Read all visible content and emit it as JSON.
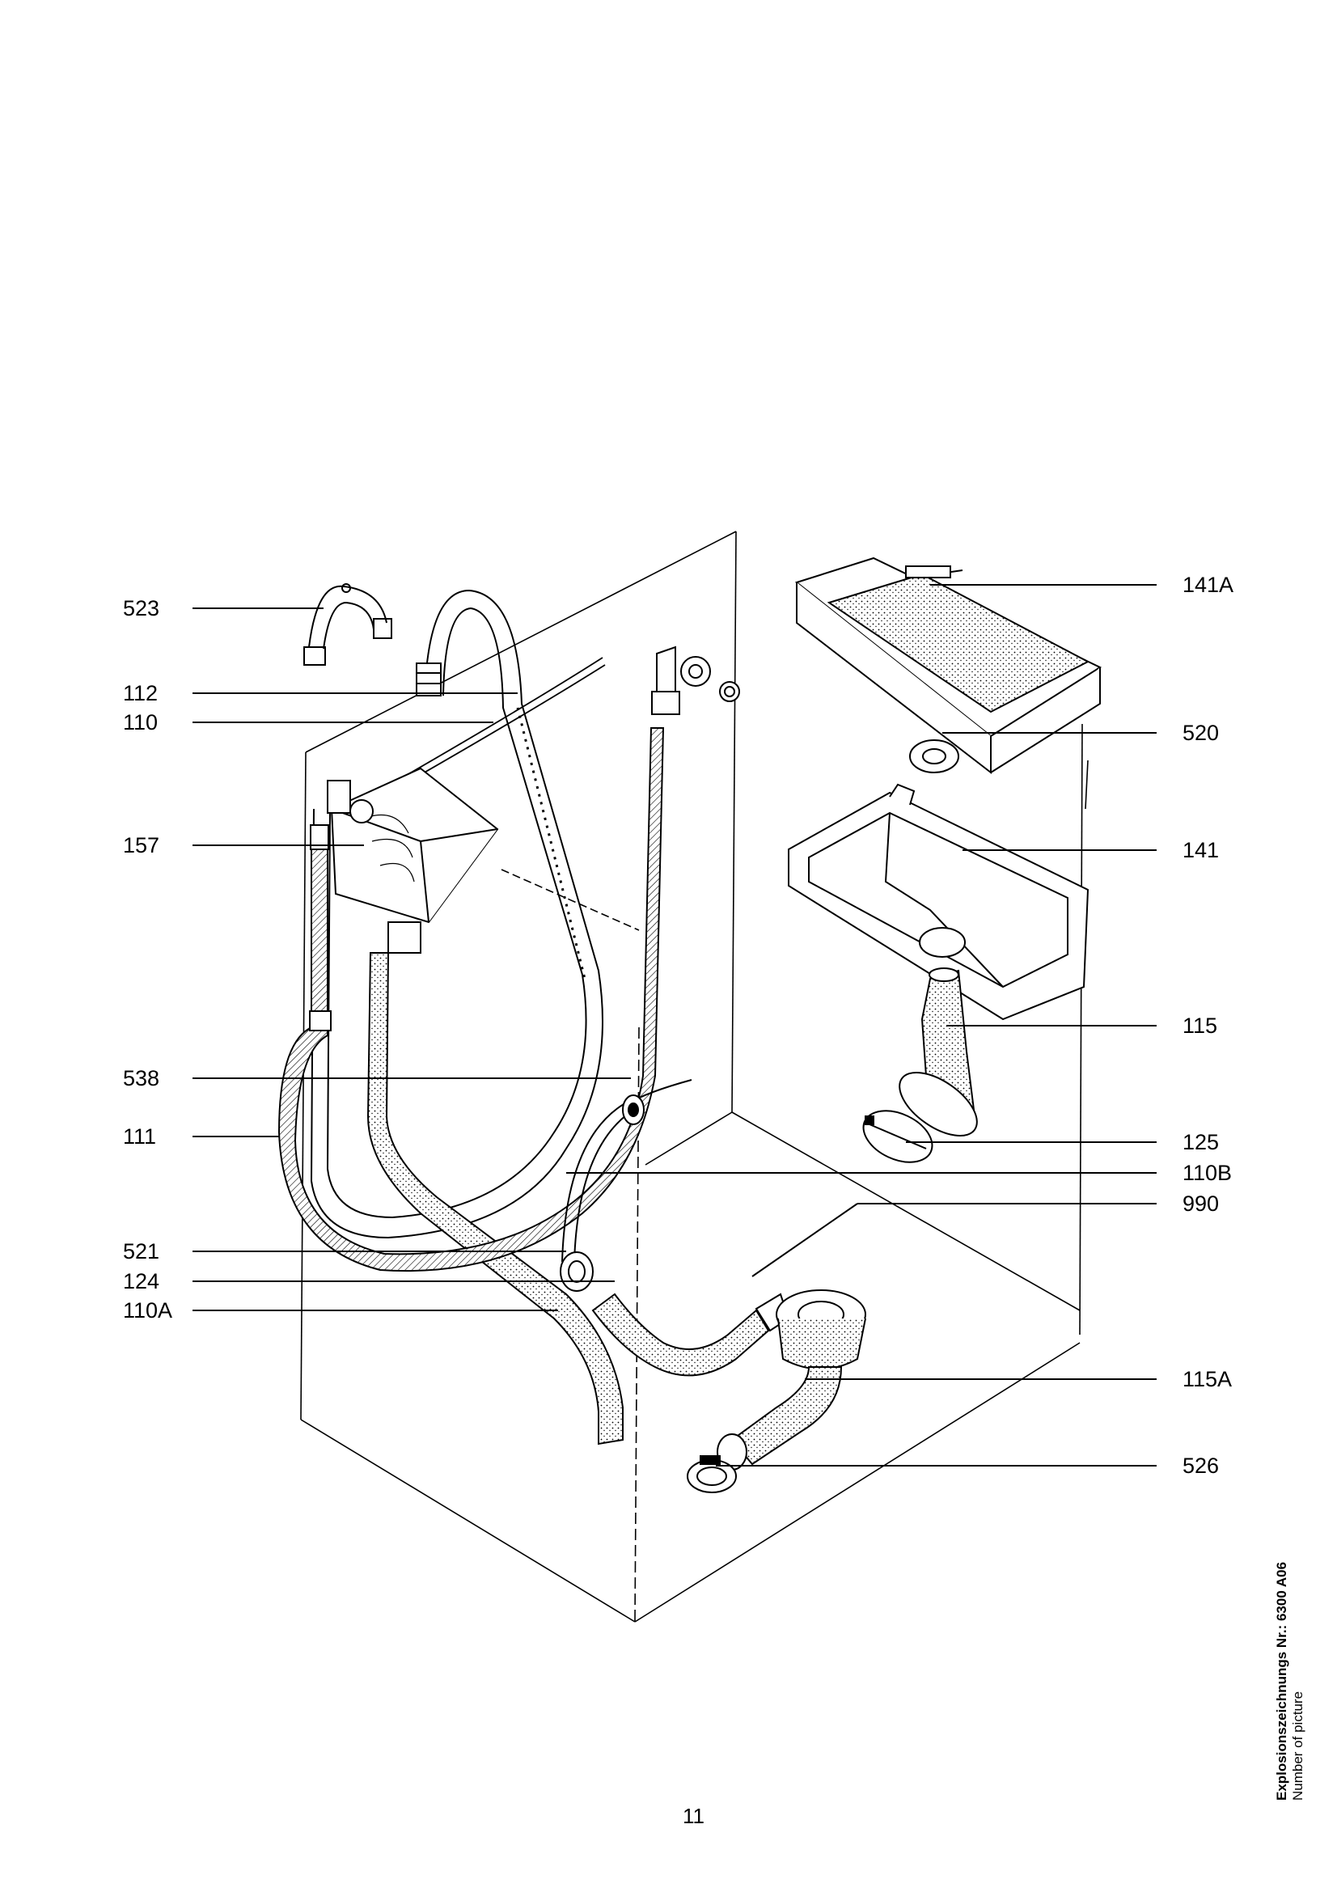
{
  "callouts_left": [
    "523",
    "112",
    "110",
    "157",
    "538",
    "111",
    "521",
    "124",
    "110A"
  ],
  "callouts_right": [
    "141A",
    "520",
    "141",
    "115",
    "125",
    "110B",
    "990",
    "115A",
    "526"
  ],
  "page_number": "11",
  "side_caption": {
    "title": "Explosionszeichnungs Nr.: 6300 A06",
    "subtitle": "Number of picture"
  }
}
